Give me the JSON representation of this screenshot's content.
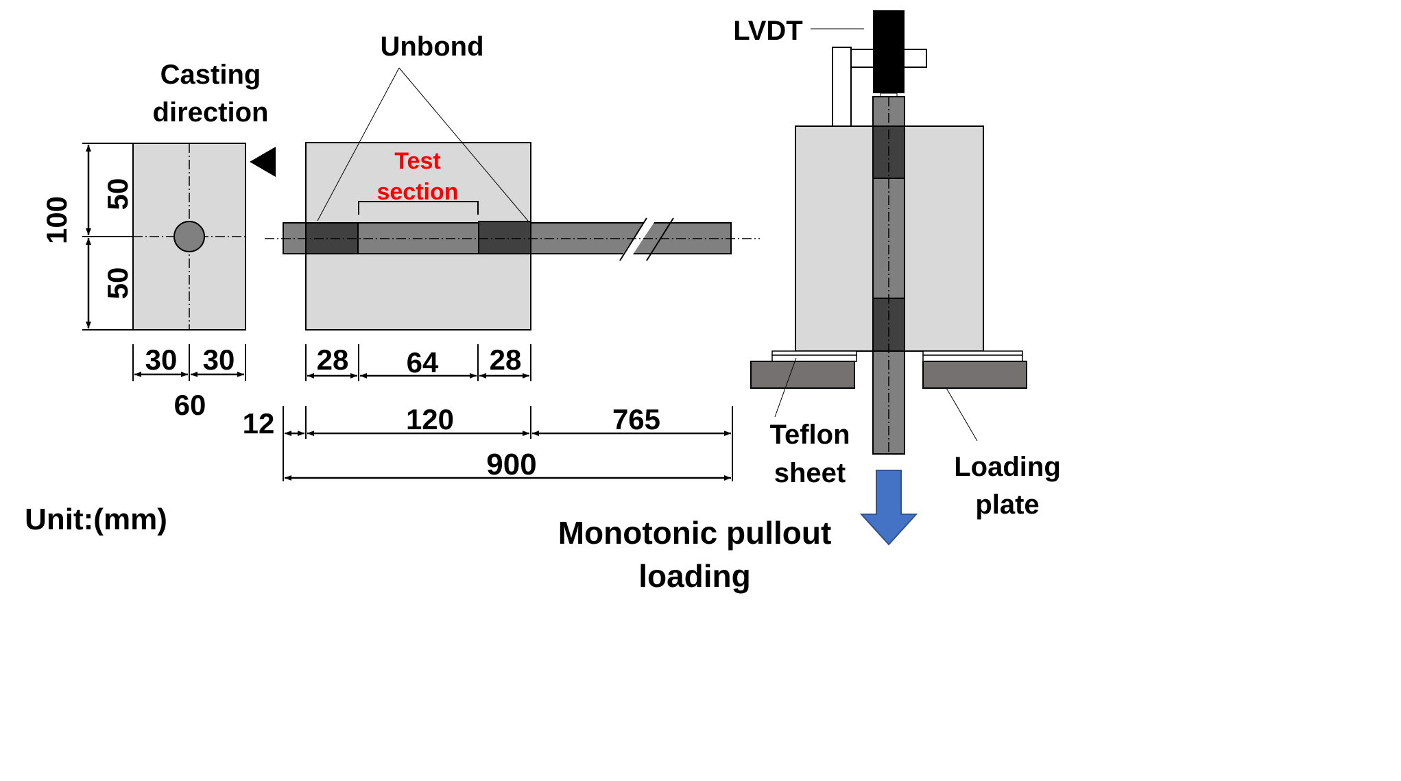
{
  "labels": {
    "casting_direction_1": "Casting",
    "casting_direction_2": "direction",
    "unbond": "Unbond",
    "test_section_1": "Test",
    "test_section_2": "section",
    "lvdt": "LVDT",
    "teflon_1": "Teflon",
    "teflon_2": "sheet",
    "loading_plate_1": "Loading",
    "loading_plate_2": "plate",
    "loading_1": "Monotonic pullout",
    "loading_2": "loading",
    "unit": "Unit:(mm)"
  },
  "dimensions": {
    "height_total": "100",
    "height_upper": "50",
    "height_lower": "50",
    "width_left": "30",
    "width_right": "30",
    "width_total": "60",
    "unbond_left": "28",
    "test_length": "64",
    "unbond_right": "28",
    "offset": "12",
    "block_length": "120",
    "bar_free": "765",
    "bar_total": "900"
  },
  "colors": {
    "concrete": "#d9d9d9",
    "bar": "#808080",
    "unbond": "#404040",
    "loading_plate": "#767171",
    "arrow": "#4472c4",
    "test_label": "#ff0000"
  }
}
